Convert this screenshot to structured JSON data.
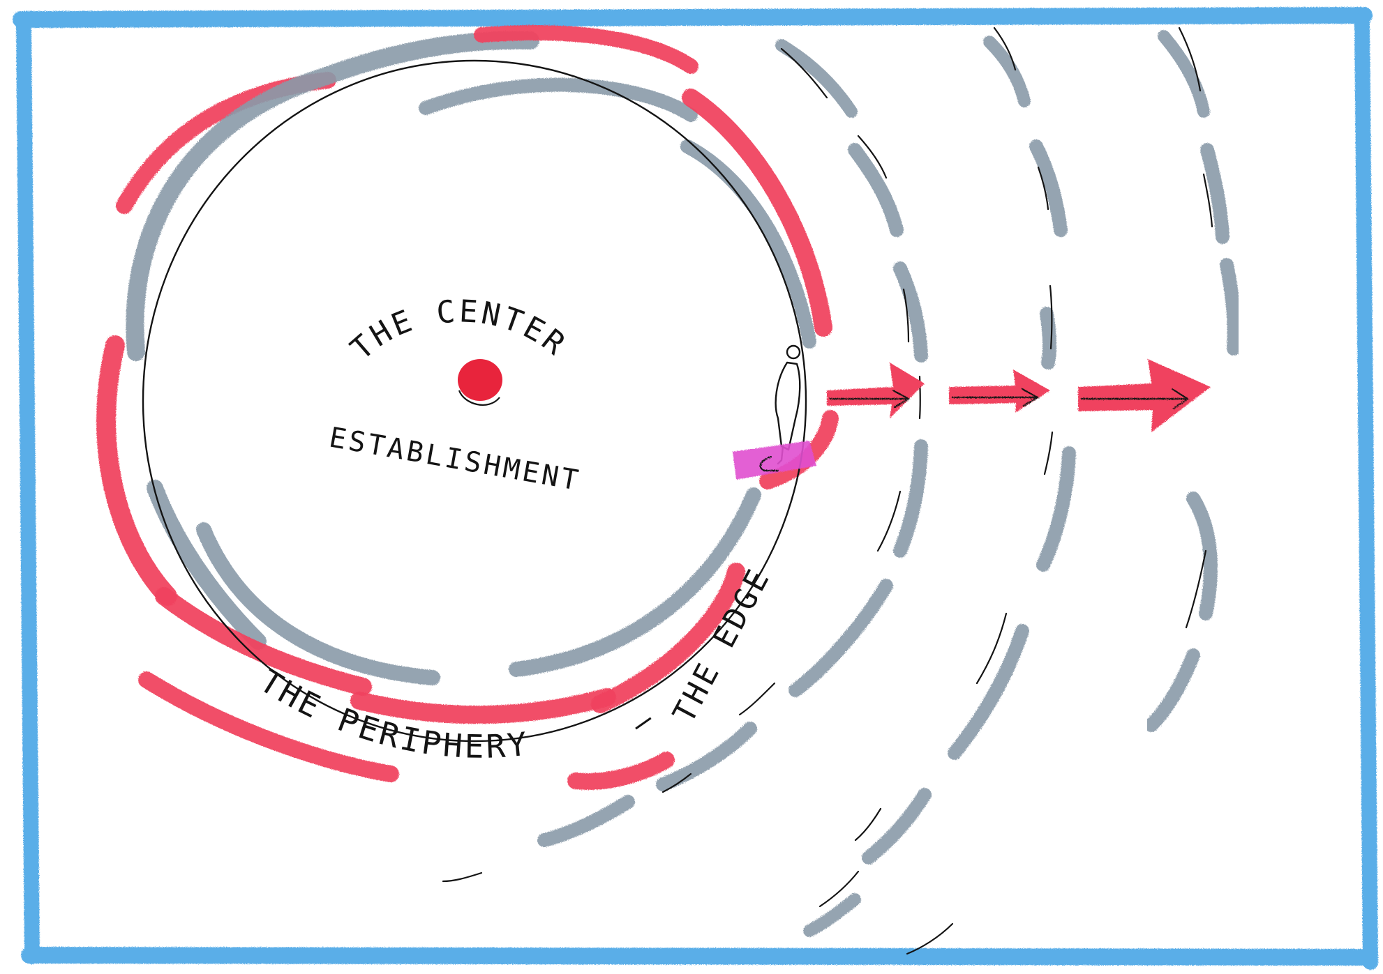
{
  "labels": {
    "center": "THE CENTER",
    "establishment": "ESTABLISHMENT",
    "periphery": "THE PERIPHERY",
    "separator": "–",
    "edge": "THE EDGE"
  },
  "colors": {
    "frame": "#5aaee8",
    "gray_marker": "#8a9aa8",
    "red_marker": "#f0435f",
    "pink_marker": "#e04fcf",
    "ink": "#141414",
    "center_dot": "#e8243c"
  },
  "icons": {
    "person": "person-icon",
    "arrow": "arrow-right-icon",
    "dot": "center-dot-icon"
  }
}
